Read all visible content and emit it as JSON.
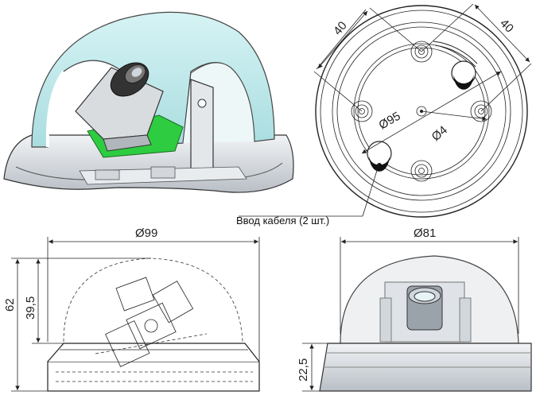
{
  "drawing": {
    "top_view": {
      "dim_left": "40",
      "dim_right": "40",
      "dia_mount": "Ø95",
      "dia_hole": "Ø4",
      "cable_label": "Ввод кабеля (2 шт.)"
    },
    "front_view": {
      "dia_base": "Ø99",
      "height_total": "62",
      "height_dome": "39,5"
    },
    "side_view": {
      "dia_dome": "Ø81",
      "height_base": "22,5"
    },
    "colors": {
      "dome": "#c8ecee",
      "board": "#2ecc40",
      "line": "#222222"
    }
  }
}
